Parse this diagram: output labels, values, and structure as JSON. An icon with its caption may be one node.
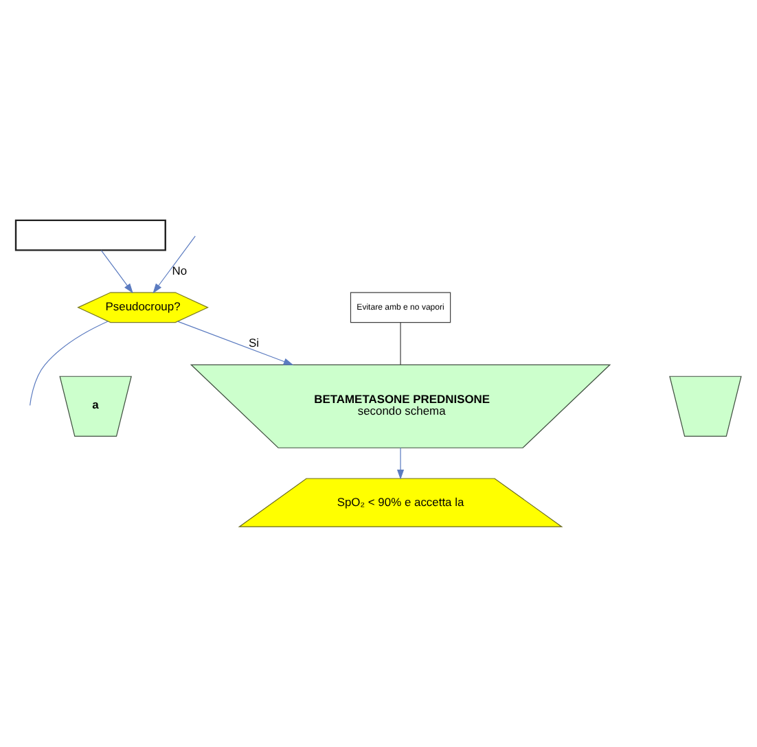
{
  "diagram": {
    "nodes": [
      {
        "text": [],
        "shape": "box"
      },
      {
        "text": [
          "Pseudocroup?"
        ]
      },
      {
        "text": [
          "a"
        ]
      },
      {
        "text": [
          "BETAMETASONE PREDNISONE",
          "secondo schema"
        ]
      },
      {
        "text": [],
        "shape": "trapezoid"
      },
      {
        "text": [
          "Evitare amb e no vapori"
        ]
      },
      {
        "text": [
          "SpO₂ < 90% e accetta la"
        ]
      }
    ],
    "edges": [
      {
        "from": 0,
        "to": 1,
        "arrow": "to"
      },
      {
        "from": 1,
        "to": null,
        "arrow": "none"
      },
      {
        "from": null,
        "to": 1,
        "arrow": "to",
        "label": "No"
      },
      {
        "from": 1,
        "to": 3,
        "arrow": "to",
        "label": "Si"
      },
      {
        "from": 5,
        "to": 3,
        "arrow": "none",
        "color": "#404040"
      },
      {
        "from": 3,
        "to": 6,
        "arrow": "to"
      }
    ]
  }
}
